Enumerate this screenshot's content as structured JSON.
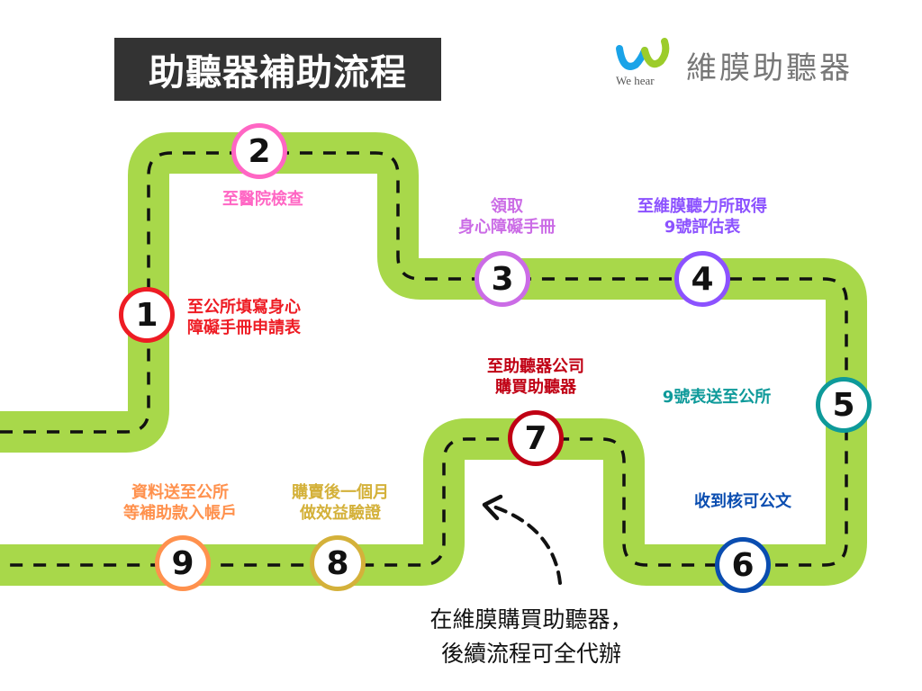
{
  "title": "助聽器補助流程",
  "logo": {
    "brand": "維膜助聽器",
    "en": "We hear"
  },
  "colors": {
    "road": "#a8d84a",
    "title_bg": "#333333"
  },
  "steps": [
    {
      "num": "1",
      "color": "#ee1c24",
      "line1": "至公所填寫身心",
      "line2": "障礙手冊申請表"
    },
    {
      "num": "2",
      "color": "#ff66c4",
      "line1": "至醫院檢查",
      "line2": ""
    },
    {
      "num": "3",
      "color": "#cb6ce6",
      "line1": "領取",
      "line2": "身心障礙手冊"
    },
    {
      "num": "4",
      "color": "#8c52ff",
      "line1": "至維膜聽力所取得",
      "line2": "9號評估表"
    },
    {
      "num": "5",
      "color": "#0e9a9a",
      "line1": "9號表送至公所",
      "line2": ""
    },
    {
      "num": "6",
      "color": "#0a4db0",
      "line1": "收到核可公文",
      "line2": ""
    },
    {
      "num": "7",
      "color": "#c00014",
      "line1": "至助聽器公司",
      "line2": "購買助聽器"
    },
    {
      "num": "8",
      "color": "#d4b13a",
      "line1": "購賣後一個月",
      "line2": "做效益驗證"
    },
    {
      "num": "9",
      "color": "#ff914d",
      "line1": "資料送至公所",
      "line2": "等補助款入帳戶"
    }
  ],
  "note": {
    "line1": "在維膜購買助聽器，",
    "line2": "後續流程可全代辦"
  }
}
